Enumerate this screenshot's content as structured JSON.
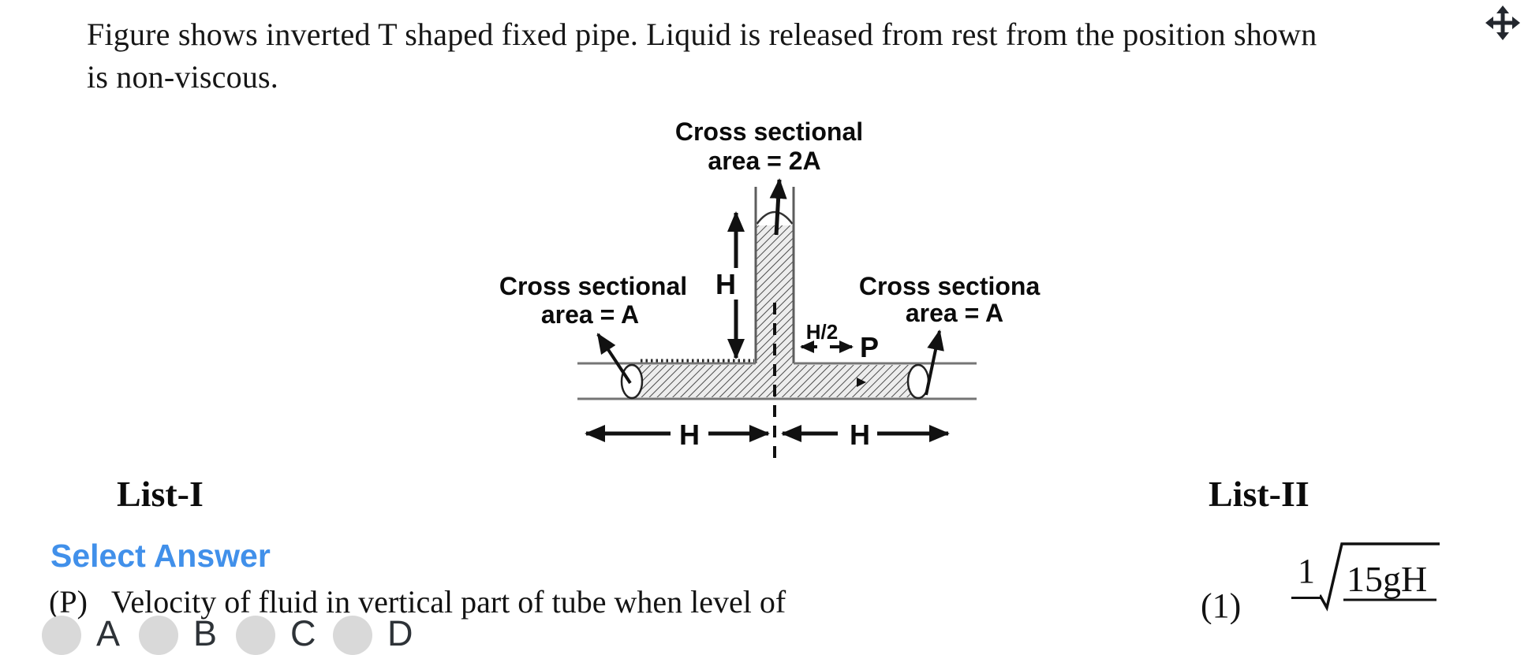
{
  "question": {
    "line1": "Figure shows inverted T shaped fixed pipe. Liquid is released from rest from the position shown",
    "line2": "is non-viscous."
  },
  "figure": {
    "top_label_line1": "Cross sectional",
    "top_label_line2": "area = 2A",
    "left_label_line1": "Cross sectional",
    "left_label_line2": "area = A",
    "right_label_line1": "Cross sectional",
    "right_label_line2": "area = A",
    "vertical_height_label": "H",
    "half_width_label": "H/2",
    "point_label": "P",
    "bottom_left_width_label": "H",
    "bottom_right_width_label": "H"
  },
  "list_one": {
    "title": "List-I",
    "item_p_index": "(P)",
    "item_p_text": "Velocity of fluid in vertical part of tube when level of"
  },
  "list_two": {
    "title": "List-II",
    "item_1_index": "(1)",
    "item_1_fraction_numerator": "1",
    "item_1_radicand": "15gH"
  },
  "select_answer": {
    "label": "Select Answer",
    "options": [
      {
        "label": "A"
      },
      {
        "label": "B"
      },
      {
        "label": "C"
      },
      {
        "label": "D"
      }
    ]
  },
  "colors": {
    "accent_blue": "#4190ea",
    "radio_fill": "#d9d9d9",
    "ink": "#121212",
    "pipe_gray": "#6f6f6f"
  }
}
